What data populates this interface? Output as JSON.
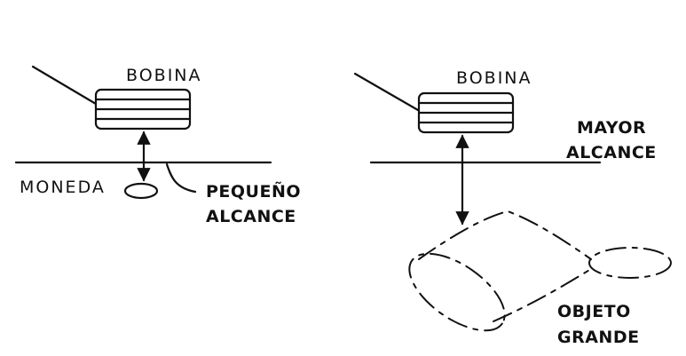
{
  "left": {
    "coil_label": "BOBINA",
    "coin_label": "MONEDA",
    "range_label_line1": "PEQUEÑO",
    "range_label_line2": "ALCANCE"
  },
  "right": {
    "coil_label": "BOBINA",
    "range_label_line1": "MAYOR",
    "range_label_line2": "ALCANCE",
    "object_label_line1": "OBJETO",
    "object_label_line2": "GRANDE"
  },
  "colors": {
    "ink": "#111111",
    "background": "#ffffff"
  }
}
